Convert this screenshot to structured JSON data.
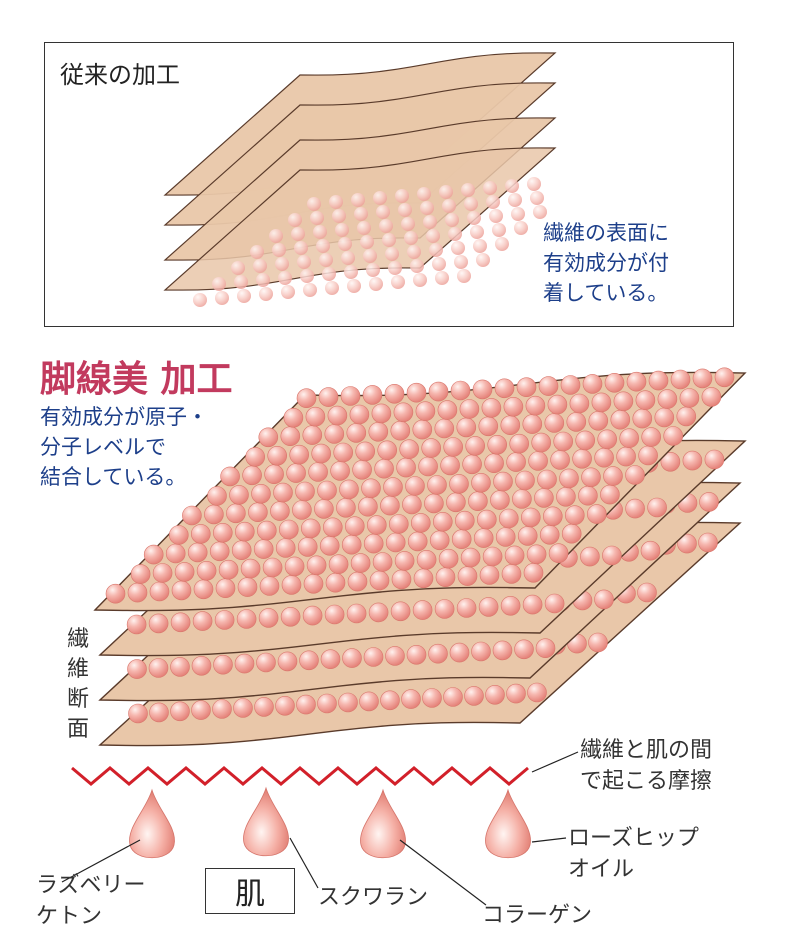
{
  "conventional": {
    "title": "従来の加工",
    "note": [
      "繊維の表面に",
      "有効成分が付",
      "着している。"
    ]
  },
  "kyakusenbi": {
    "title": "脚線美 加工",
    "note": [
      "有効成分が原子・",
      "分子レベルで",
      "結合している。"
    ]
  },
  "labels": {
    "fiber_section": [
      "繊",
      "維",
      "断",
      "面"
    ],
    "friction": [
      "繊維と肌の間",
      "で起こる摩擦"
    ],
    "skin": "肌",
    "ingredients": {
      "raspberry": [
        "ラズベリー",
        "ケトン"
      ],
      "squalane": "スクワラン",
      "collagen": "コラーゲン",
      "rosehip": [
        "ローズヒップ",
        "オイル"
      ]
    }
  },
  "colors": {
    "sheet": "#e9c7a9",
    "sheet_edge": "#5a3b2b",
    "bead": "#f4a9a1",
    "bead_highlight": "#ffe7e2",
    "zigzag": "#d2202a",
    "blue_text": "#1d3f8a",
    "title_pink": "#c23a5e"
  }
}
